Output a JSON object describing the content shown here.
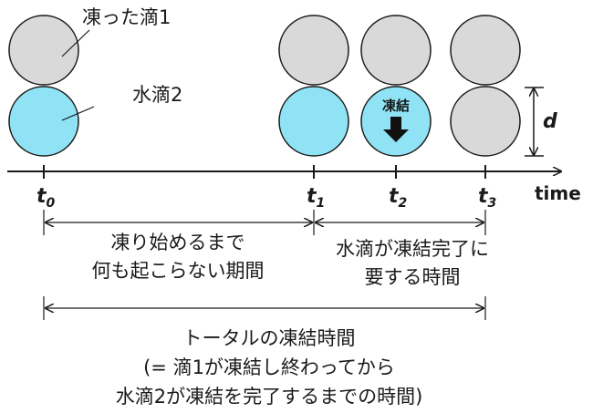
{
  "colors": {
    "frozen_fill": "#d9d9d9",
    "liquid_fill": "#8fe3f5",
    "stroke": "#1a1a1a",
    "background": "#ffffff"
  },
  "labels": {
    "frozen_droplet_1": "凍った滴1",
    "water_droplet_2": "水滴2",
    "freezing_label": "凍結",
    "height_label": "d",
    "axis_label": "time"
  },
  "ticks": [
    {
      "symbol": "t",
      "sub": "0"
    },
    {
      "symbol": "t",
      "sub": "1"
    },
    {
      "symbol": "t",
      "sub": "2"
    },
    {
      "symbol": "t",
      "sub": "3"
    }
  ],
  "intervals": {
    "before_freeze": [
      "凍り始めるまで",
      "何も起こらない期間"
    ],
    "freeze_complete": [
      "水滴が凍結完了に",
      "要する時間"
    ],
    "total": [
      "トータルの凍結時間",
      "(= 滴1が凍結し終わってから",
      "水滴2が凍結を完了するまでの時間)"
    ]
  },
  "icons": {
    "freeze_arrow": "down-arrow-icon"
  }
}
